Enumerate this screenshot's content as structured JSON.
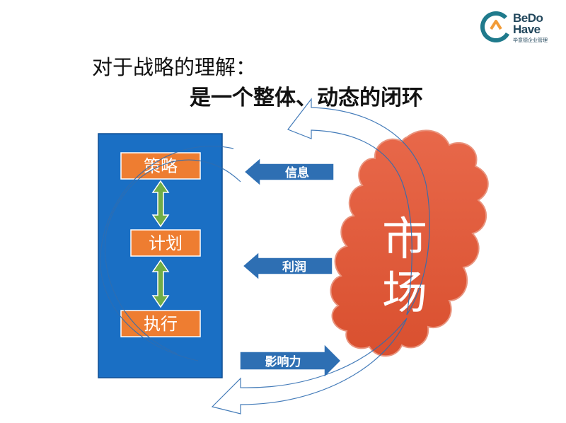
{
  "title": {
    "line1": "对于战略的理解：",
    "line2": "是一个整体、动态的闭环"
  },
  "logo": {
    "line1": "BeDo",
    "line2": "Have",
    "subtitle": "毕意德企业管理",
    "icon": "bedo-circle-logo-icon"
  },
  "left_panel": {
    "steps": [
      "策略",
      "计划",
      "执行"
    ],
    "connector_icon": "double-arrow-vertical-icon"
  },
  "flows": {
    "info": "信息",
    "profit": "利润",
    "influence": "影响力"
  },
  "market": {
    "label_line1": "市",
    "label_line2": "场"
  },
  "colors": {
    "panel_blue": "#1a6fc4",
    "step_orange": "#ee7d31",
    "arrow_green": "#70ad47",
    "flow_blue": "#2e6fb3",
    "cloud_red": "#e05a3d",
    "logo_teal": "#1f7a8c",
    "logo_orange": "#f29c38",
    "logo_red": "#d9323f"
  }
}
